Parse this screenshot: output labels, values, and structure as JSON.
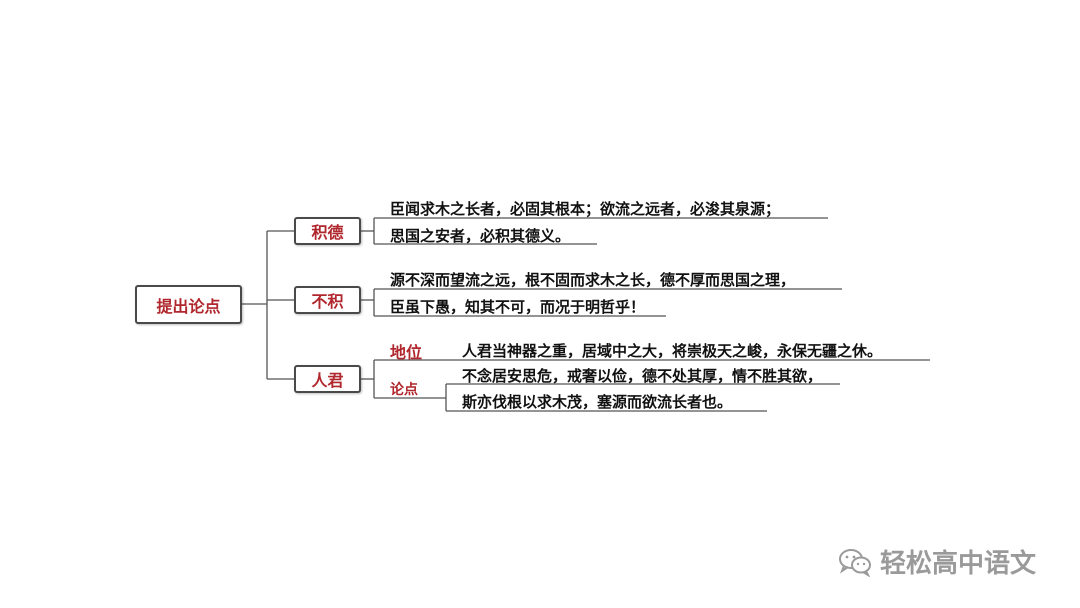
{
  "root": "提出论点",
  "branches": [
    {
      "label": "积德",
      "lines": [
        "臣闻求木之长者，必固其根本；欲流之远者，必浚其泉源；",
        "思国之安者，必积其德义。"
      ]
    },
    {
      "label": "不积",
      "lines": [
        "源不深而望流之远，根不固而求木之长，德不厚而思国之理，",
        "臣虽下愚，知其不可，而况于明哲乎！"
      ]
    },
    {
      "label": "人君",
      "sub": [
        {
          "label": "地位",
          "lines": [
            "人君当神器之重，居域中之大，将崇极天之峻，永保无疆之休。"
          ]
        },
        {
          "label": "论点",
          "lines": [
            "不念居安思危，戒奢以俭，德不处其厚，情不胜其欲，",
            "斯亦伐根以求木茂，塞源而欲流长者也。"
          ]
        }
      ]
    }
  ],
  "watermark": {
    "icon": "wechat-icon",
    "text": "轻松高中语文"
  },
  "colors": {
    "accent": "#b0272d",
    "line": "#555555",
    "watermark": "#9a9a9a"
  }
}
